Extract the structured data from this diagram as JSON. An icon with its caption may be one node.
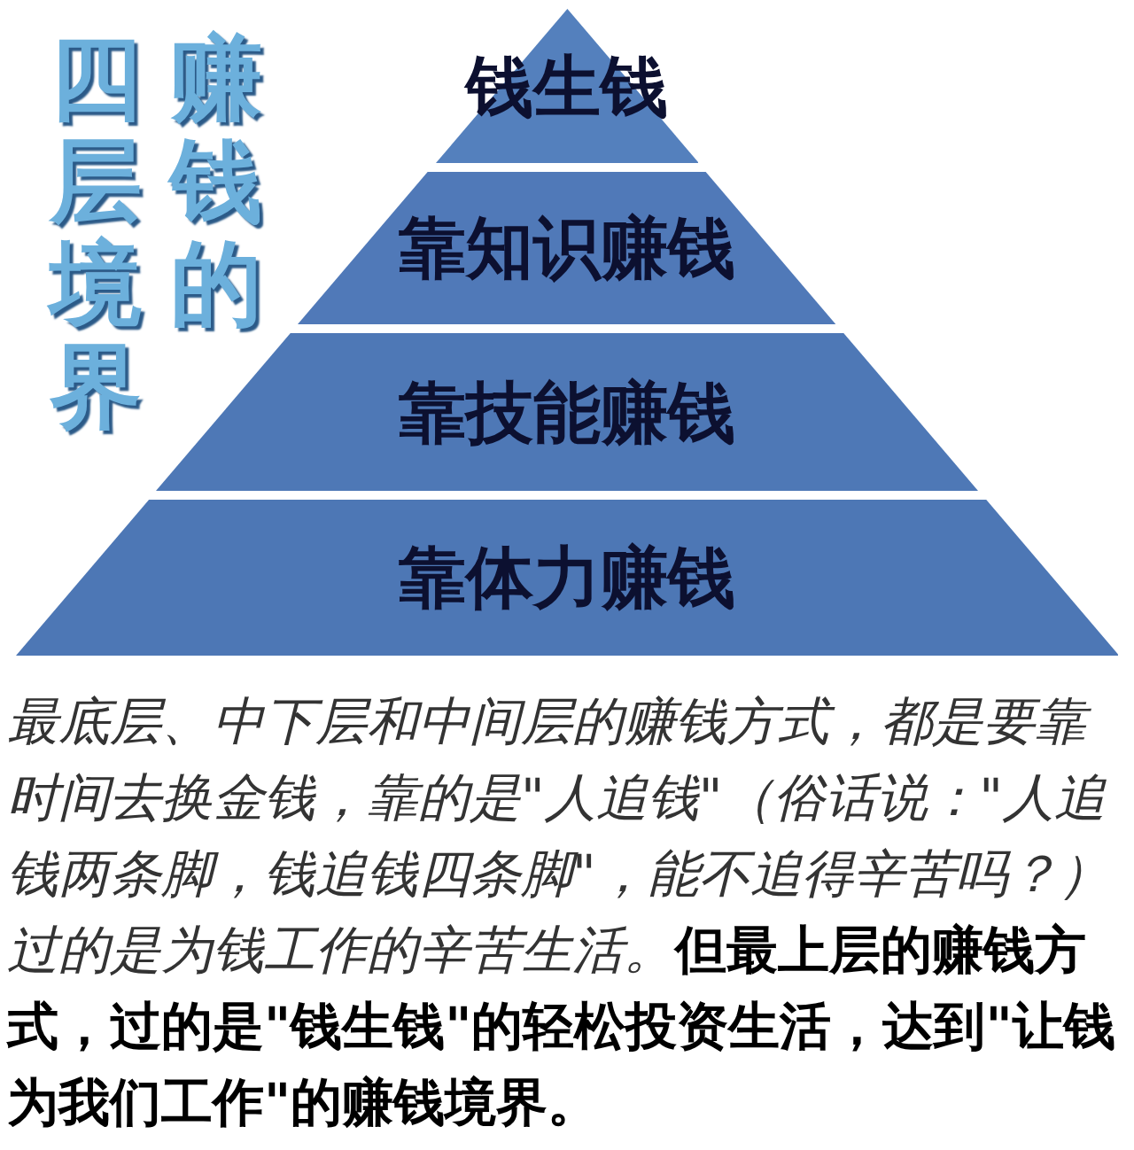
{
  "diagram": {
    "title": "赚钱的四层境界",
    "nodes": [
      {
        "text": [
          "钱生钱"
        ]
      },
      {
        "text": [
          "靠知识赚钱"
        ]
      },
      {
        "text": [
          "靠技能赚钱"
        ]
      },
      {
        "text": [
          "靠体力赚钱"
        ]
      }
    ],
    "caption": "最底层、中下层和中间层的赚钱方式，都是要靠时间去换金钱，靠的是\"人追钱\"（俗话说：\"人追钱两条脚，钱追钱四条脚\"，能不追得辛苦吗？）过的是为钱工作的辛苦生活。**但最上层的赚钱方式，过的是\"钱生钱\"的轻松投资生活，达到\"让钱为我们工作\"的赚钱境界。**"
  }
}
